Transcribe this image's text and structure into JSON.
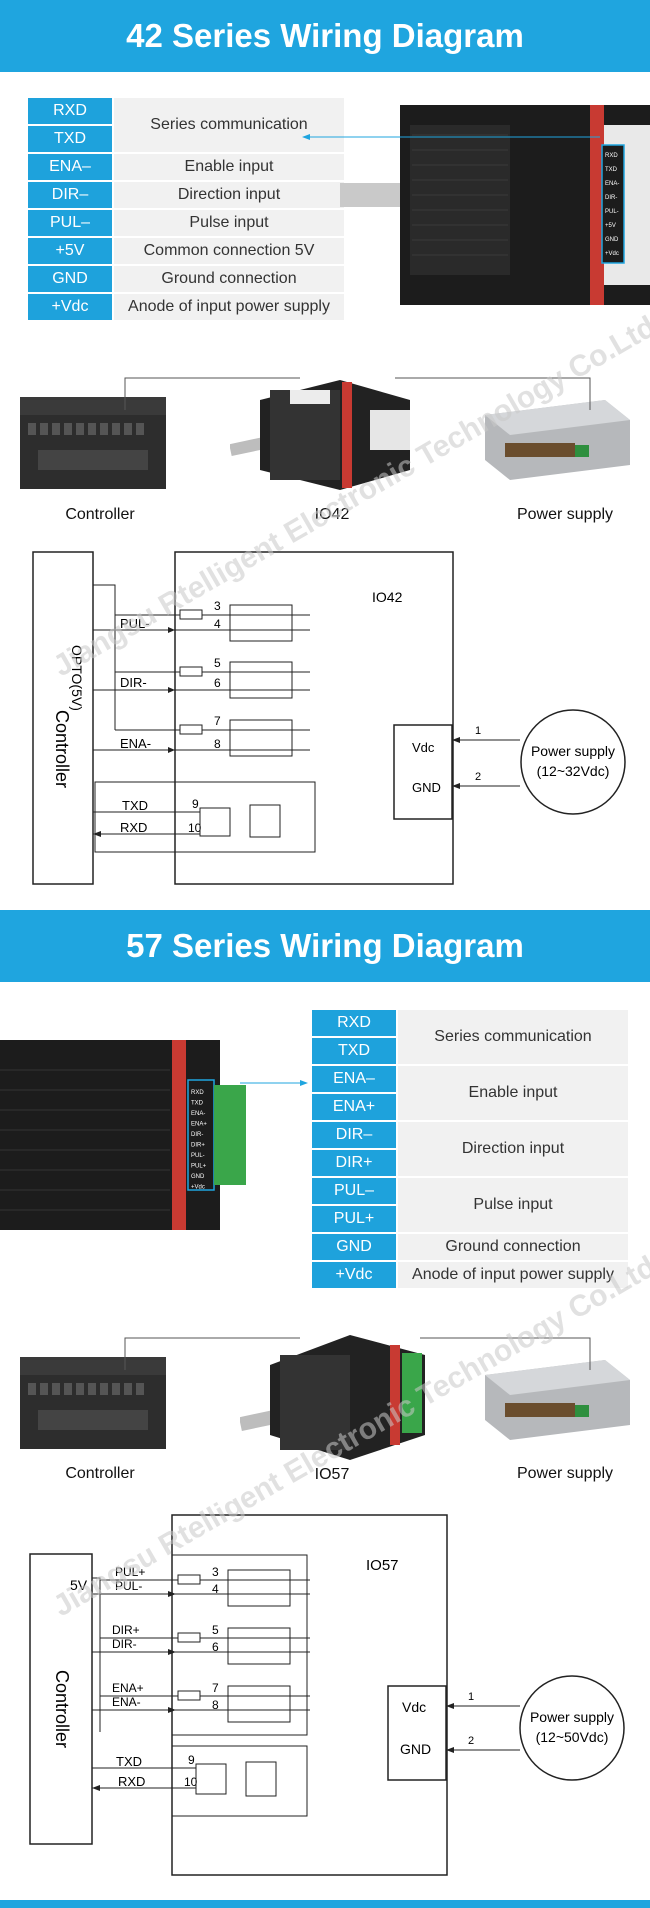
{
  "section42": {
    "title": "42 Series Wiring Diagram",
    "table": [
      {
        "key": "RXD",
        "desc": ""
      },
      {
        "key": "TXD",
        "desc": ""
      },
      {
        "key": "ENA–",
        "desc": "Enable input"
      },
      {
        "key": "DIR–",
        "desc": "Direction input"
      },
      {
        "key": "PUL–",
        "desc": "Pulse input"
      },
      {
        "key": "+5V",
        "desc": "Common connection 5V"
      },
      {
        "key": "GND",
        "desc": "Ground connection"
      },
      {
        "key": "+Vdc",
        "desc": "Anode of input power supply"
      }
    ],
    "serial_desc": "Series communication",
    "connector_pins": [
      "RXD",
      "TXD",
      "ENA-",
      "DIR-",
      "PUL-",
      "+5V",
      "GND",
      "+Vdc"
    ],
    "labels": {
      "controller": "Controller",
      "motor": "IO42",
      "power": "Power supply"
    },
    "schematic": {
      "controller": "Controller",
      "opto": "OPTO(5V)",
      "drive": "IO42",
      "signals": [
        {
          "name": "PUL-",
          "pins": [
            "3",
            "4"
          ]
        },
        {
          "name": "DIR-",
          "pins": [
            "5",
            "6"
          ]
        },
        {
          "name": "ENA-",
          "pins": [
            "7",
            "8"
          ]
        }
      ],
      "txd": "TXD",
      "rxd": "RXD",
      "pin9": "9",
      "pin10": "10",
      "vdc": "Vdc",
      "gnd": "GND",
      "pin1": "1",
      "pin2": "2",
      "supply": "Power supply",
      "supply_range": "(12~32Vdc)"
    }
  },
  "section57": {
    "title": "57 Series Wiring Diagram",
    "table": [
      {
        "key": "RXD"
      },
      {
        "key": "TXD"
      },
      {
        "key": "ENA–"
      },
      {
        "key": "ENA+"
      },
      {
        "key": "DIR–"
      },
      {
        "key": "DIR+"
      },
      {
        "key": "PUL–"
      },
      {
        "key": "PUL+"
      },
      {
        "key": "GND"
      },
      {
        "key": "+Vdc"
      }
    ],
    "groups": {
      "serial": "Series communication",
      "enable": "Enable input",
      "direction": "Direction input",
      "pulse": "Pulse input",
      "ground": "Ground connection",
      "power": "Anode of input power supply"
    },
    "connector_pins": [
      "RXD",
      "TXD",
      "ENA-",
      "ENA+",
      "DIR-",
      "DIR+",
      "PUL-",
      "PUL+",
      "GND",
      "+Vdc"
    ],
    "labels": {
      "controller": "Controller",
      "motor": "IO57",
      "power": "Power supply"
    },
    "schematic": {
      "controller": "Controller",
      "v5": "5V",
      "drive": "IO57",
      "signals": [
        {
          "plus": "PUL+",
          "minus": "PUL-",
          "pins": [
            "3",
            "4"
          ]
        },
        {
          "plus": "DIR+",
          "minus": "DIR-",
          "pins": [
            "5",
            "6"
          ]
        },
        {
          "plus": "ENA+",
          "minus": "ENA-",
          "pins": [
            "7",
            "8"
          ]
        }
      ],
      "txd": "TXD",
      "rxd": "RXD",
      "pin9": "9",
      "pin10": "10",
      "vdc": "Vdc",
      "gnd": "GND",
      "pin1": "1",
      "pin2": "2",
      "supply": "Power supply",
      "supply_range": "(12~50Vdc)"
    }
  },
  "watermark": "Jiangsu Rtelligent Electronic Technology Co.Ltd",
  "colors": {
    "accent": "#1fa5df",
    "table_key": "#1ea2dc",
    "table_desc": "#f1f1f1"
  }
}
